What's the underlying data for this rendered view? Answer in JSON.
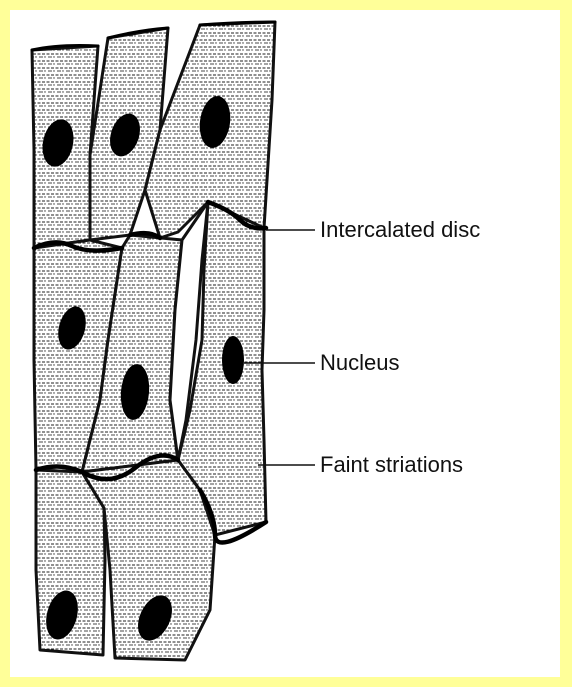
{
  "diagram": {
    "labels": {
      "intercalated_disc": "Intercalated disc",
      "nucleus": "Nucleus",
      "faint_striations": "Faint striations"
    },
    "colors": {
      "background": "#FFFF99",
      "panel": "#FFFFFF",
      "ink": "#111111"
    }
  }
}
